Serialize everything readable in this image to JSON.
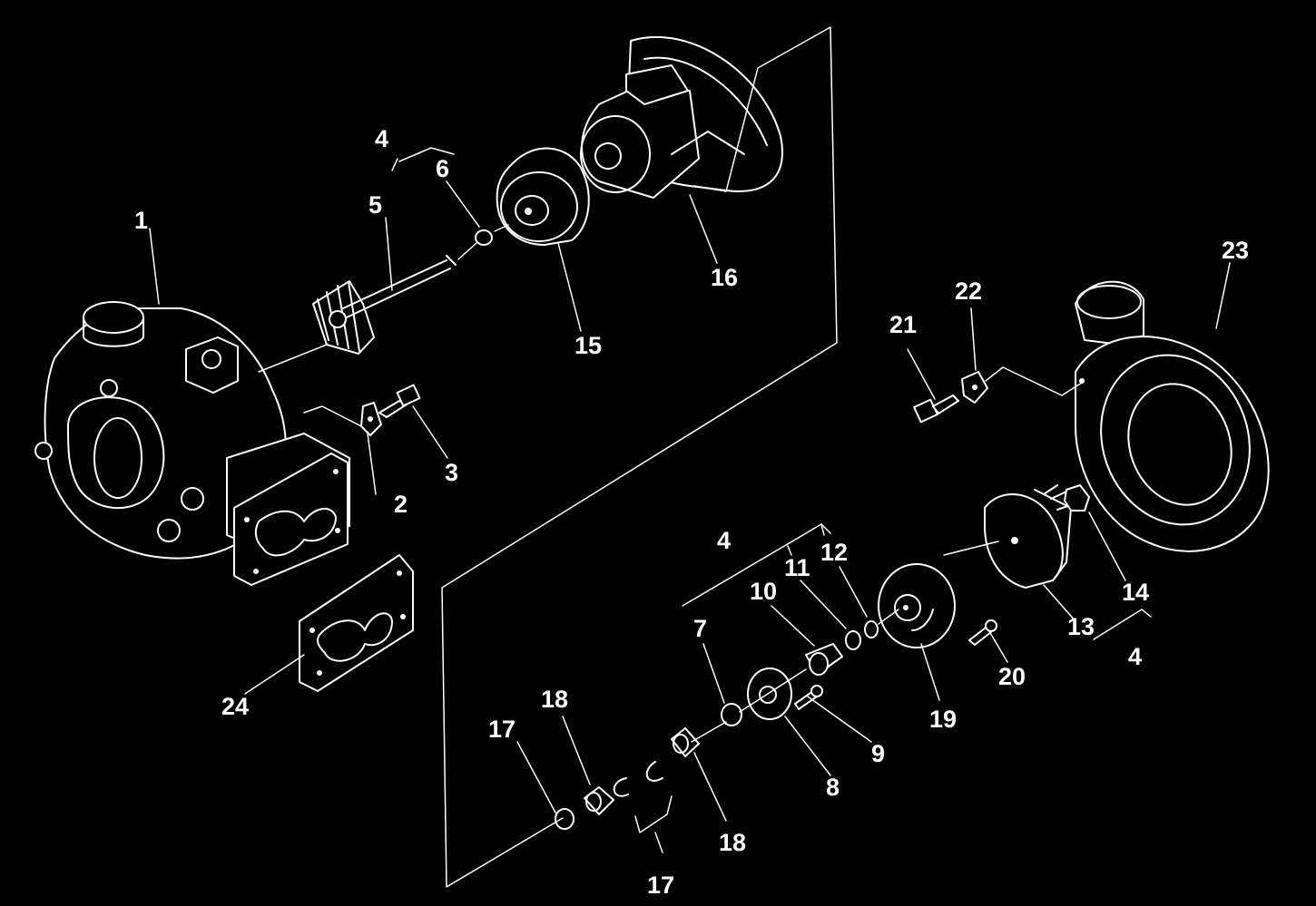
{
  "diagram": {
    "background": "#000000",
    "foreground": "#ffffff",
    "callouts": {
      "c1": "1",
      "c2": "2",
      "c3": "3",
      "c4a": "4",
      "c4b": "4",
      "c4c": "4",
      "c5": "5",
      "c6": "6",
      "c7": "7",
      "c8": "8",
      "c9": "9",
      "c10": "10",
      "c11": "11",
      "c12": "12",
      "c13": "13",
      "c14": "14",
      "c15": "15",
      "c16": "16",
      "c17a": "17",
      "c17b": "17",
      "c18a": "18",
      "c18b": "18",
      "c19": "19",
      "c20": "20",
      "c21": "21",
      "c22": "22",
      "c23": "23",
      "c24": "24"
    }
  }
}
